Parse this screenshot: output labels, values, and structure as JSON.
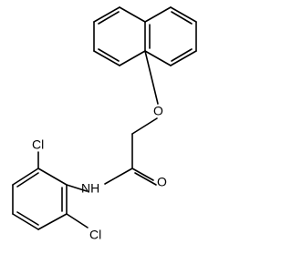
{
  "structure": {
    "atoms": {
      "oxygen_ether": "O",
      "oxygen_carbonyl": "O",
      "amide_nh": "NH",
      "chlorine_top": "Cl",
      "chlorine_bottom": "Cl"
    }
  },
  "colors": {
    "bond": "#000000",
    "background": "#ffffff"
  }
}
